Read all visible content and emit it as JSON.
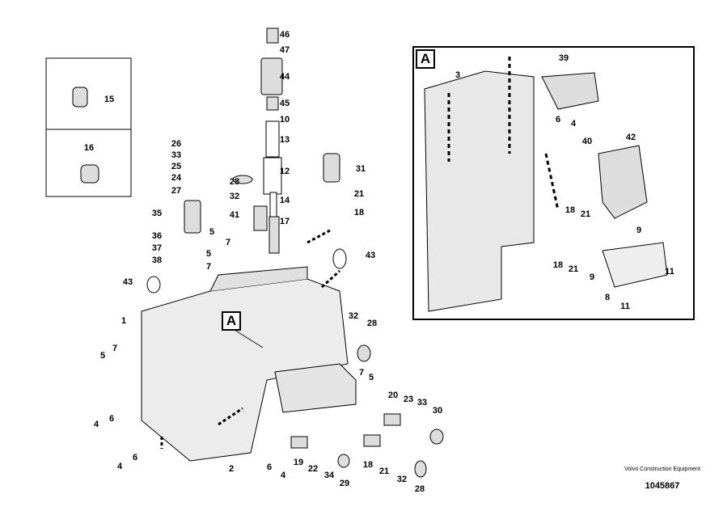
{
  "diagram": {
    "callout_letter": "A",
    "main_labels": [
      "46",
      "47",
      "44",
      "45",
      "10",
      "13",
      "12",
      "31",
      "14",
      "21",
      "17",
      "18",
      "26",
      "33",
      "25",
      "24",
      "27",
      "28",
      "32",
      "41",
      "35",
      "36",
      "37",
      "38",
      "5",
      "7",
      "5",
      "7",
      "43",
      "43",
      "1",
      "32",
      "28",
      "5",
      "7",
      "4",
      "6",
      "4",
      "6",
      "2",
      "6",
      "4",
      "19",
      "22",
      "34",
      "29",
      "7",
      "5",
      "20",
      "23",
      "33",
      "30",
      "18",
      "21",
      "32",
      "28"
    ],
    "left_box_labels": [
      "15",
      "16"
    ],
    "inset_labels": [
      "39",
      "3",
      "6",
      "4",
      "40",
      "42",
      "18",
      "21",
      "9",
      "18",
      "21",
      "9",
      "11",
      "8",
      "11"
    ]
  },
  "footer": {
    "brand": "Volvo Construction Equipment",
    "drawing_number": "1045867"
  }
}
